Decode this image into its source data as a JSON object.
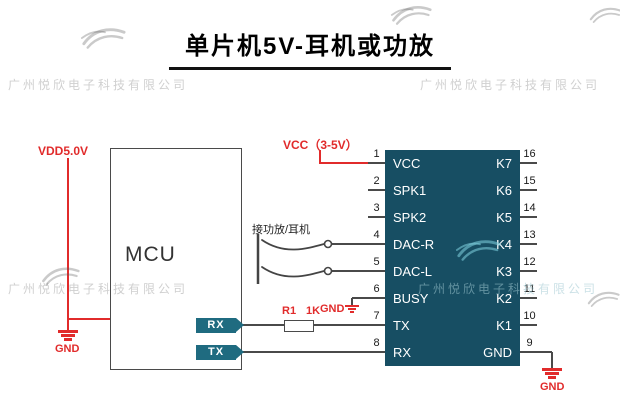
{
  "title": "单片机5V-耳机或功放",
  "watermark": {
    "company": "广州悦欣电子科技有限公司"
  },
  "left_power": {
    "vdd": "VDD5.0V",
    "gnd": "GND"
  },
  "vcc_label": "VCC（3-5V）",
  "mcu": {
    "label": "MCU",
    "rx": "RX",
    "tx": "TX"
  },
  "resistor": {
    "ref": "R1",
    "value": "1K"
  },
  "jack_label": "接功放/耳机",
  "busy_gnd": "GND",
  "chip": {
    "left_pins": [
      {
        "num": "1",
        "name": "VCC"
      },
      {
        "num": "2",
        "name": "SPK1"
      },
      {
        "num": "3",
        "name": "SPK2"
      },
      {
        "num": "4",
        "name": "DAC-R"
      },
      {
        "num": "5",
        "name": "DAC-L"
      },
      {
        "num": "6",
        "name": "BUSY"
      },
      {
        "num": "7",
        "name": "TX"
      },
      {
        "num": "8",
        "name": "RX"
      }
    ],
    "right_pins": [
      {
        "num": "16",
        "name": "K7"
      },
      {
        "num": "15",
        "name": "K6"
      },
      {
        "num": "14",
        "name": "K5"
      },
      {
        "num": "13",
        "name": "K4"
      },
      {
        "num": "12",
        "name": "K3"
      },
      {
        "num": "11",
        "name": "K2"
      },
      {
        "num": "10",
        "name": "K1"
      },
      {
        "num": "9",
        "name": "GND"
      }
    ]
  },
  "chip_gnd": "GND",
  "colors": {
    "chip_body": "#174e63",
    "net_box": "#1f6b80",
    "accent_red": "#e12b2b",
    "wire": "#4a4a4a"
  }
}
